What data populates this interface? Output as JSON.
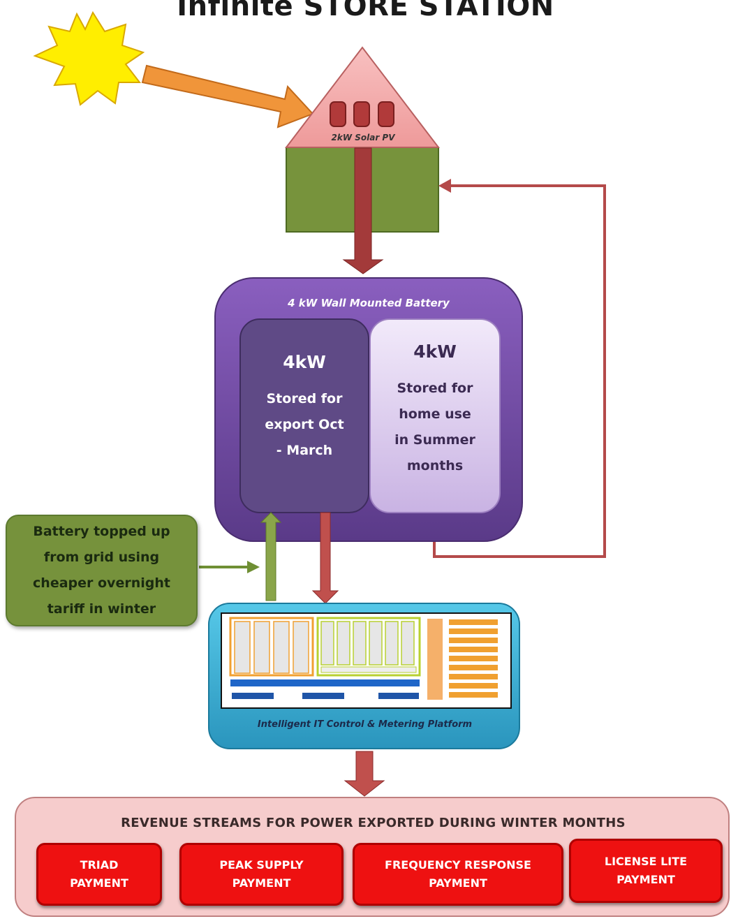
{
  "title": "Infinite STORE STATION",
  "roof": {
    "label": "2kW Solar PV"
  },
  "battery": {
    "title": "4 kW Wall Mounted Battery",
    "left": {
      "amount": "4kW",
      "lines": [
        "Stored for",
        "export Oct",
        "- March"
      ]
    },
    "right": {
      "amount": "4kW",
      "lines": [
        "Stored for",
        "home use",
        "in Summer",
        "months"
      ]
    }
  },
  "grid_note": {
    "lines": [
      "Battery topped up",
      "from grid using",
      "cheaper overnight",
      "tariff in winter"
    ]
  },
  "platform": {
    "caption": "Intelligent IT Control & Metering Platform"
  },
  "revenue": {
    "title": "REVENUE STREAMS FOR POWER EXPORTED DURING WINTER MONTHS",
    "payments": [
      {
        "lines": [
          "TRIAD",
          "PAYMENT"
        ]
      },
      {
        "lines": [
          "PEAK SUPPLY",
          "PAYMENT"
        ]
      },
      {
        "lines": [
          "FREQUENCY RESPONSE",
          "PAYMENT"
        ]
      },
      {
        "lines": [
          "LICENSE LITE",
          "PAYMENT"
        ]
      }
    ]
  },
  "colors": {
    "sun": "#ffee00",
    "sun_arrow": "#f0953a",
    "roof": "#f4a6a6",
    "house": "#77933c",
    "flow_arrow": "#a33a3a",
    "battery_outer": "#7a4fa8",
    "battery_left": "#5f4a86",
    "battery_right": "#e4d6f2",
    "platform": "#33b4d8",
    "revenue_panel": "#f6cccc",
    "payment": "#ee1111",
    "grid_box": "#76923c"
  }
}
